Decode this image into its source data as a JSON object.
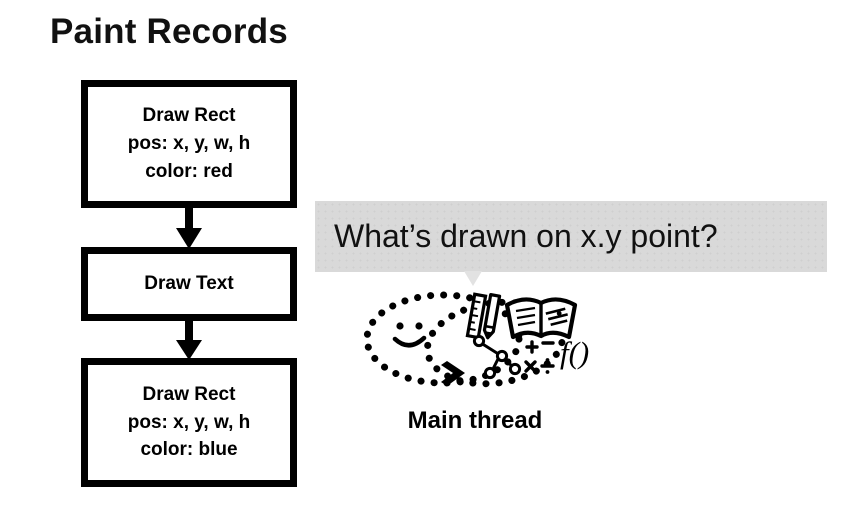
{
  "slide": {
    "title": "Paint Records",
    "background_color": "#ffffff",
    "ink_color": "#000000"
  },
  "paint_records": {
    "boxes": [
      {
        "name": "draw-rect-red",
        "lines": [
          "Draw Rect",
          "pos: x, y, w, h",
          "color: red"
        ]
      },
      {
        "name": "draw-text",
        "lines": [
          "Draw Text"
        ]
      },
      {
        "name": "draw-rect-blue",
        "lines": [
          "Draw Rect",
          "pos: x, y, w, h",
          "color: blue"
        ]
      }
    ],
    "arrows": [
      {
        "name": "arrow-rect-to-text",
        "direction": "down"
      },
      {
        "name": "arrow-text-to-rect",
        "direction": "down"
      }
    ]
  },
  "speech_bubble": {
    "text": "What’s drawn on x.y point?",
    "fill_color": "#d9d9d9",
    "text_color": "#111111",
    "tail": "down"
  },
  "doodle": {
    "caption": "Main thread",
    "elements": [
      "dotted-oval",
      "smiley-face",
      "chevron-arrow",
      "ruler",
      "pencil",
      "open-book",
      "node-tree",
      "math-symbols",
      "function-notation"
    ],
    "math_symbols": [
      "+",
      "−",
      "×",
      "÷"
    ],
    "function_label": "f()"
  }
}
